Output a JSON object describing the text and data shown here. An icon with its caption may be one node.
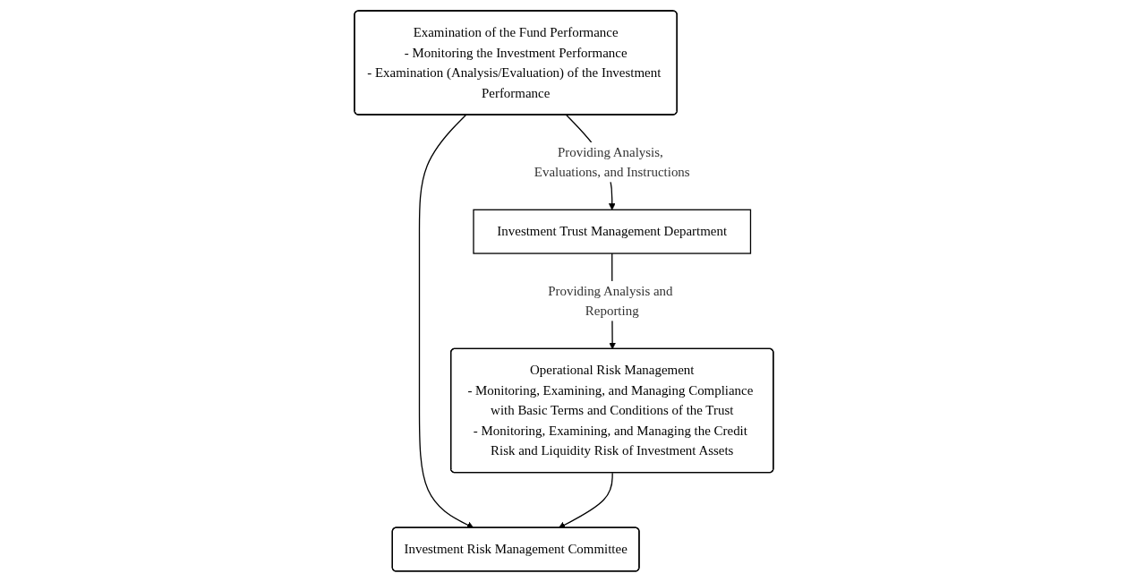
{
  "diagram": {
    "nodes": [
      {
        "text": [
          "Investment Risk Management Committee"
        ]
      },
      {
        "text": [
          "Examination of the Fund Performance",
          "- Monitoring the Investment Performance",
          "- Examination (Analysis/Evaluation) of the Investment Performance"
        ]
      },
      {
        "text": [
          "Operational Risk Management",
          "- Monitoring, Examining, and Managing Compliance with Basic Terms and Conditions of the Trust",
          "- Monitoring, Examining, and Managing the Credit Risk and Liquidity Risk of Investment Assets"
        ]
      },
      {
        "text": [
          "Investment Trust Management Department"
        ]
      }
    ],
    "edges": [
      {
        "from": 1,
        "to": 0,
        "arrow": "to"
      },
      {
        "from": 2,
        "to": 0,
        "arrow": "to"
      },
      {
        "from": 1,
        "to": 3,
        "arrow": "to",
        "label": "Providing Analysis, Evaluations, and Instructions"
      },
      {
        "from": 3,
        "to": 2,
        "arrow": "to",
        "label": "Providing Analysis and Reporting"
      }
    ]
  }
}
